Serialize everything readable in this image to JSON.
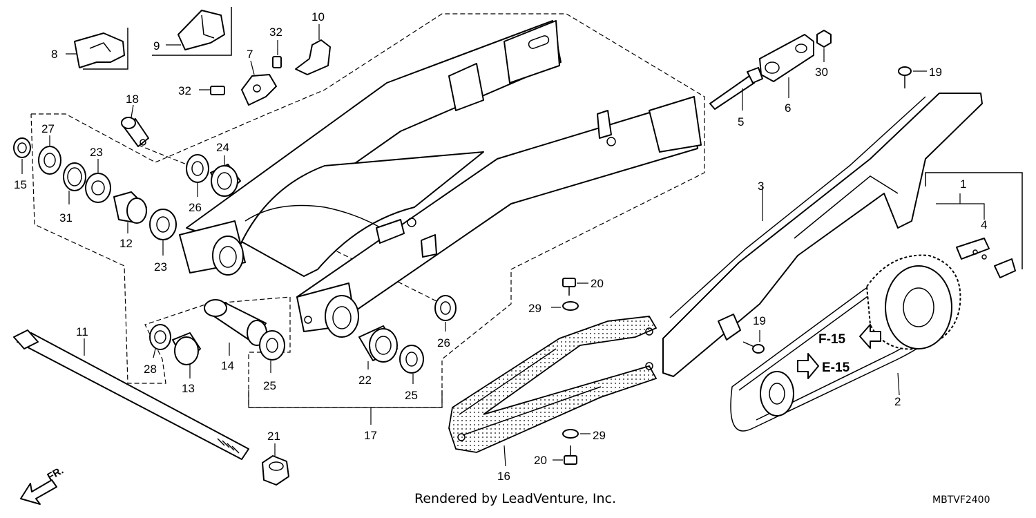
{
  "callouts": {
    "p1": "1",
    "p2": "2",
    "p3": "3",
    "p4": "4",
    "p5": "5",
    "p6": "6",
    "p7": "7",
    "p8": "8",
    "p9": "9",
    "p10": "10",
    "p11": "11",
    "p12": "12",
    "p13": "13",
    "p14": "14",
    "p15": "15",
    "p16": "16",
    "p17": "17",
    "p18": "18",
    "p19": "19",
    "p20": "20",
    "p21": "21",
    "p22": "22",
    "p23": "23",
    "p24": "24",
    "p25": "25",
    "p26": "26",
    "p27": "27",
    "p28": "28",
    "p29": "29",
    "p30": "30",
    "p31": "31",
    "p32": "32"
  },
  "references": {
    "f15": "F-15",
    "e15": "E-15"
  },
  "direction": "FR.",
  "footer": {
    "credit": "Rendered by LeadVenture, Inc.",
    "code": "MBTVF2400"
  }
}
